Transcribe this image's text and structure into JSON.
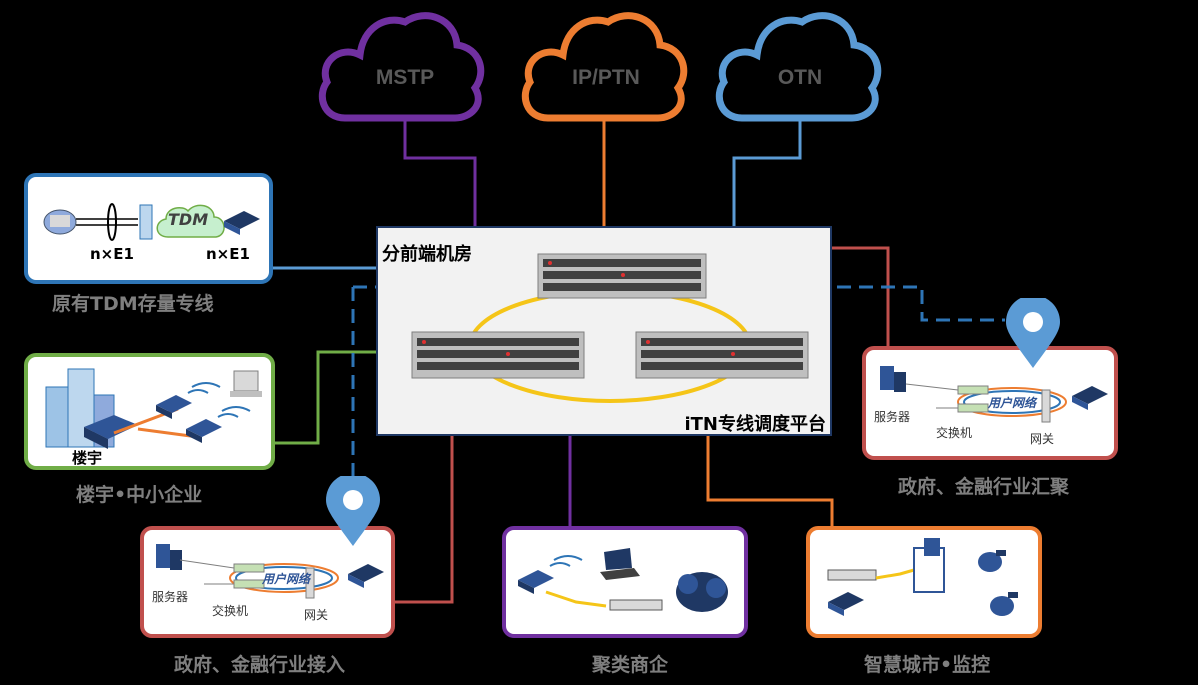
{
  "colors": {
    "mstp": "#7030a0",
    "ip_ptn": "#ed7d31",
    "otn": "#5b9bd5",
    "panel_blue": "#2e75b6",
    "panel_green": "#70ad47",
    "panel_red": "#c0504d",
    "panel_purple": "#7030a0",
    "panel_orange": "#ed7d31",
    "ring": "#f5c518",
    "dash": "#2e75b6"
  },
  "clouds": [
    {
      "label": "MSTP"
    },
    {
      "label": "IP/PTN"
    },
    {
      "label": "OTN"
    }
  ],
  "center": {
    "room_label": "分前端机房",
    "platform_label": "iTN专线调度平台"
  },
  "panels": {
    "tdm": {
      "caption": "原有TDM存量专线",
      "tdm_label": "TDM",
      "left_e1": "n×E1",
      "right_e1": "n×E1"
    },
    "building": {
      "caption": "楼宇•中小企业",
      "inner_label": "楼宇"
    },
    "gov_access": {
      "caption": "政府、金融行业接入",
      "server": "服务器",
      "switch": "交换机",
      "user_net": "用户网络",
      "gateway": "网关"
    },
    "gov_agg": {
      "caption": "政府、金融行业汇聚",
      "server": "服务器",
      "switch": "交换机",
      "user_net": "用户网络",
      "gateway": "网关"
    },
    "commercial": {
      "caption": "聚类商企"
    },
    "smart_city": {
      "caption": "智慧城市•监控"
    }
  }
}
